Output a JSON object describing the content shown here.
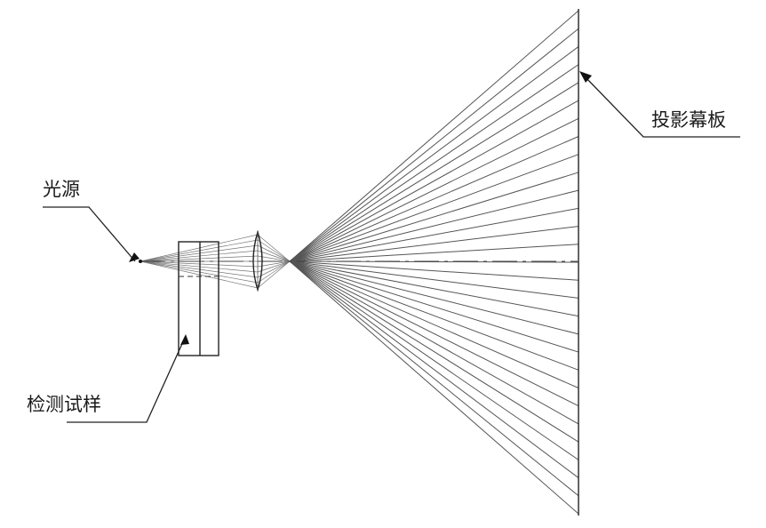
{
  "labels": {
    "light_source": "光源",
    "sample": "检测试样",
    "screen": "投影幕板"
  },
  "colors": {
    "line": "#222222",
    "ray": "#555555",
    "background": "#ffffff"
  }
}
